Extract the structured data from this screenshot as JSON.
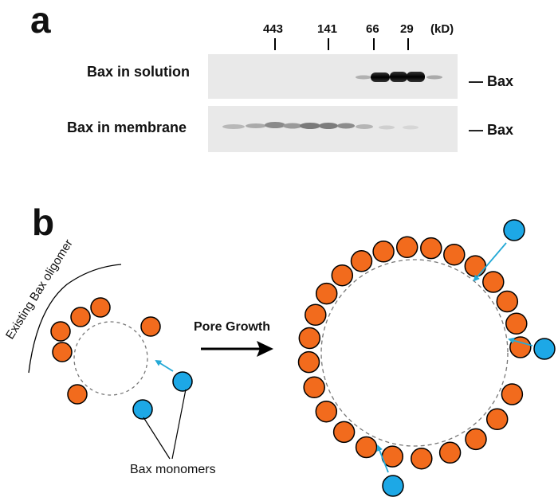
{
  "panel_a": {
    "letter": "a",
    "markers": [
      "443",
      "141",
      "66",
      "29",
      "(kD)"
    ],
    "rows": [
      {
        "label": "Bax in solution",
        "band_label": "— Bax"
      },
      {
        "label": "Bax in membrane",
        "band_label": "— Bax"
      }
    ]
  },
  "panel_b": {
    "letter": "b",
    "oligomer_label": "Existing Bax oligomer",
    "arrow_label": "Pore Growth",
    "monomers_label": "Bax monomers"
  },
  "colors": {
    "bax_oligomer": "#f26b1d",
    "bax_monomer": "#1da8e6",
    "recruit_arrow": "#24a9d6"
  }
}
